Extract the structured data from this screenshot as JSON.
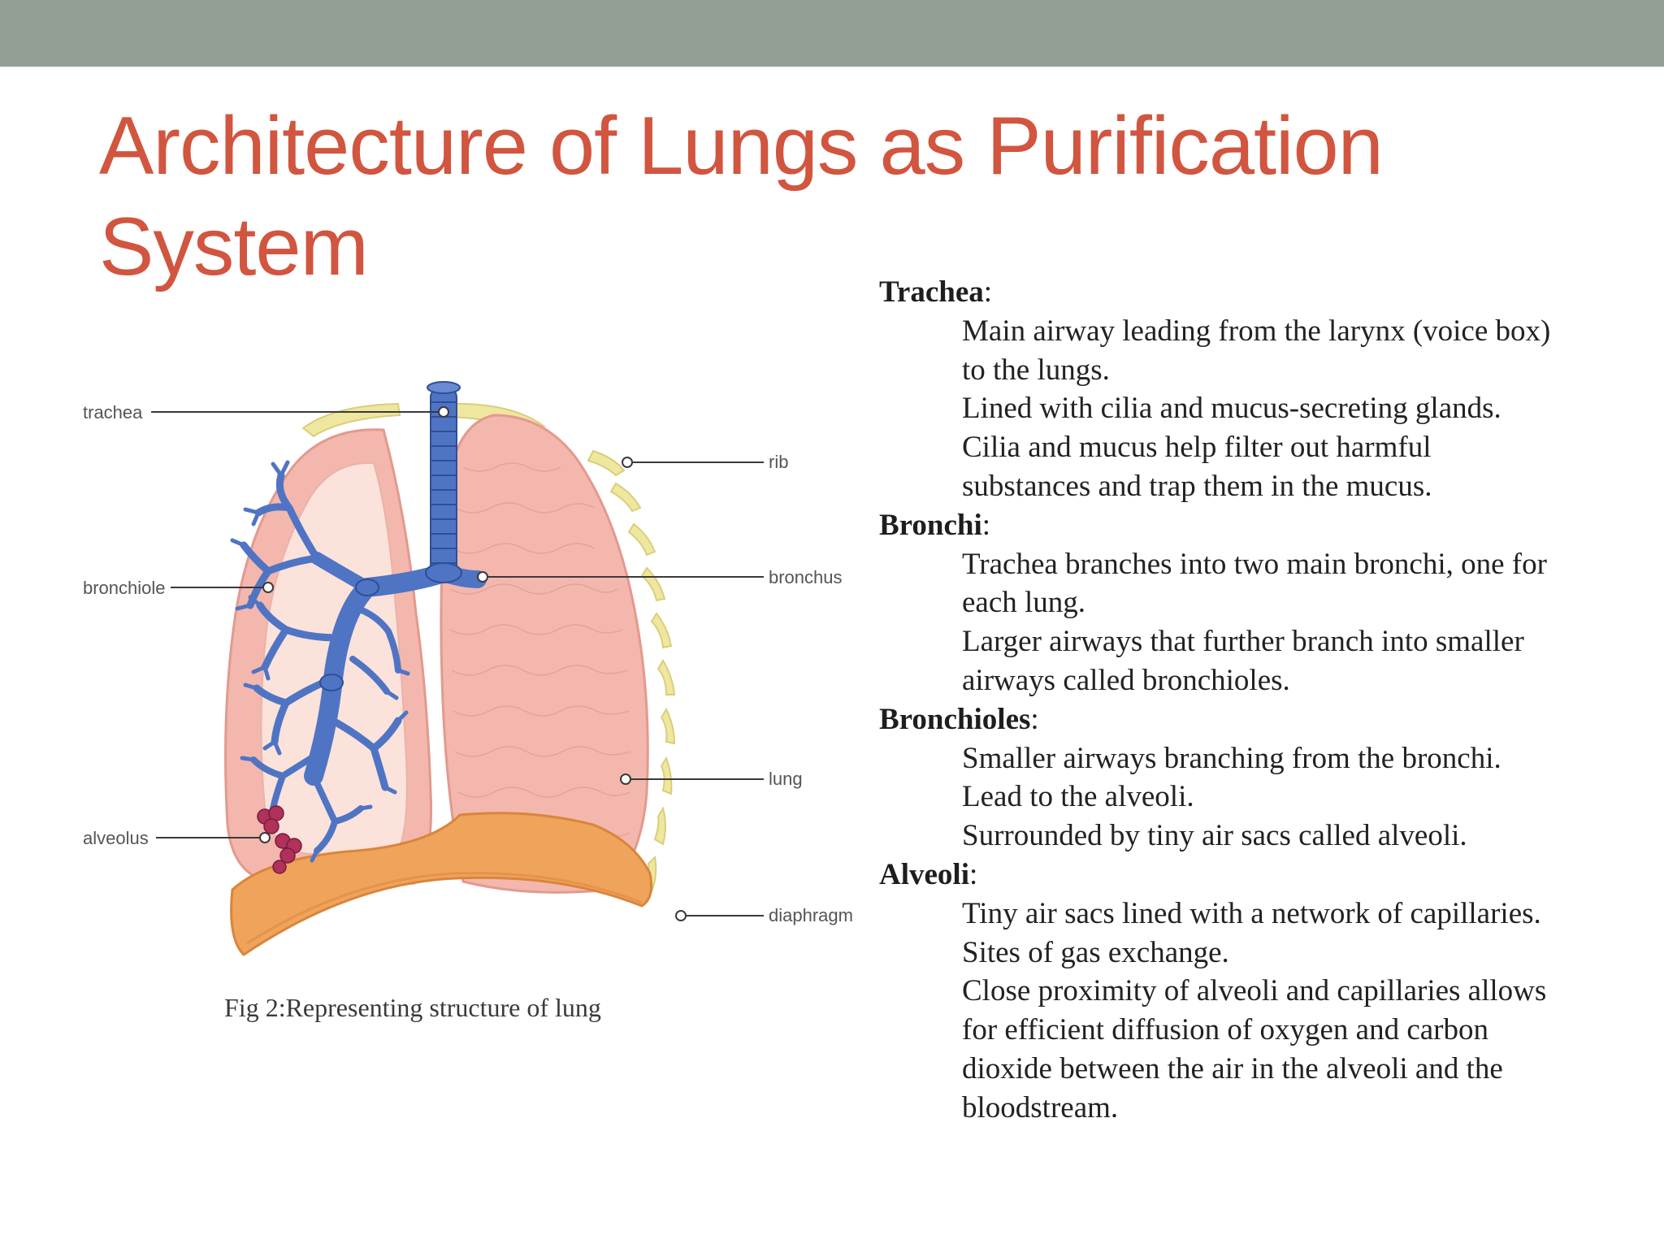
{
  "header": {
    "band_color": "#919f94"
  },
  "title": {
    "line1": "Architecture of Lungs as Purification",
    "line2": "System",
    "color": "#d1553f"
  },
  "figure": {
    "labels": {
      "trachea": "trachea",
      "rib": "rib",
      "bronchiole": "bronchiole",
      "bronchus": "bronchus",
      "lung": "lung",
      "alveolus": "alveolus",
      "diaphragm": "diaphragm"
    },
    "caption": "Fig 2:Representing structure of lung",
    "colors": {
      "lung": "#f3b7ad",
      "lung_inner": "#fbe2db",
      "airway": "#4f74c4",
      "diaphragm": "#f0a35a",
      "rib": "#efe7a0",
      "alveoli": "#b0315a"
    }
  },
  "sections": [
    {
      "heading": "Trachea",
      "suffix": ":",
      "lines": [
        "Main airway leading from the larynx (voice box)",
        "to the lungs.",
        "Lined with cilia and mucus-secreting glands.",
        "Cilia and mucus help filter out harmful",
        "substances and trap them in the mucus."
      ]
    },
    {
      "heading": "Bronchi",
      "suffix": ":",
      "lines": [
        "Trachea branches into two main bronchi, one for",
        "each lung.",
        "Larger airways that further branch into smaller",
        "airways called bronchioles."
      ]
    },
    {
      "heading": "Bronchioles",
      "suffix": ":",
      "lines": [
        "Smaller airways branching from the bronchi.",
        "Lead to the alveoli.",
        "Surrounded by tiny air sacs called alveoli."
      ]
    },
    {
      "heading": "Alveoli",
      "suffix": ":",
      "lines": [
        "Tiny air sacs lined with a network of capillaries.",
        "Sites of gas exchange.",
        "Close proximity of alveoli and capillaries allows",
        "for efficient diffusion of oxygen and carbon",
        "dioxide between the air in the alveoli and the",
        "bloodstream."
      ]
    }
  ]
}
